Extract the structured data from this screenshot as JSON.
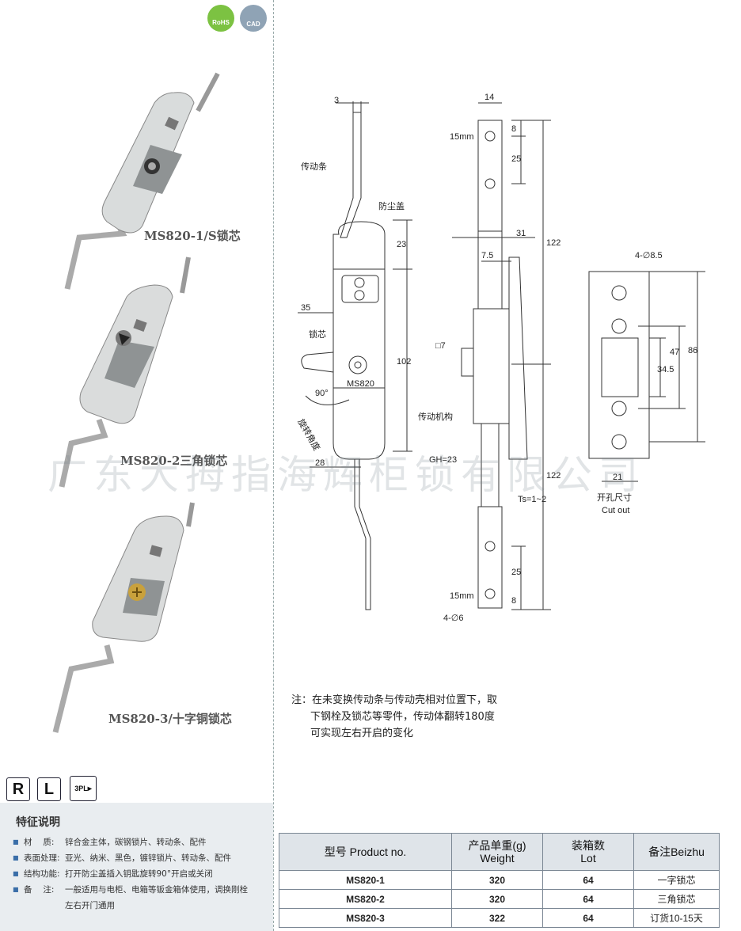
{
  "badges": {
    "rohs": "RoHS",
    "cad": "CAD"
  },
  "products": [
    {
      "label": "MS820-1/S锁芯"
    },
    {
      "label": "MS820-2三角锁芯"
    },
    {
      "label": "MS820-3/十字铜锁芯"
    }
  ],
  "marks": {
    "r": "R",
    "l": "L",
    "pl": "3PL"
  },
  "features": {
    "title": "特征说明",
    "rows": [
      {
        "key": "材　 质:",
        "value": "锌合金主体，碳钢锁片、转动条、配件"
      },
      {
        "key": "表面处理:",
        "value": "亚光、纳米、黑色，镀锌锁片、转动条、配件"
      },
      {
        "key": "结构功能:",
        "value": "打开防尘盖插入钥匙旋转90°开启或关闭"
      },
      {
        "key": "备　 注:",
        "value": "一般适用与电柜、电箱等钣金箱体使用，调换刚栓"
      },
      {
        "key": "",
        "value": "左右开门通用"
      }
    ]
  },
  "drawing": {
    "labels": {
      "rod": "传动条",
      "dust_cover": "防尘盖",
      "lock_core": "锁芯",
      "rotation": "旋转角度",
      "mechanism": "传动机构",
      "body_mark": "MS820",
      "angle": "90°",
      "cutout_cn": "开孔尺寸",
      "cutout_en": "Cut out",
      "holes_cut": "4-∅8.5",
      "holes_rod": "4-∅6",
      "travel": "15mm",
      "gh": "GH=23",
      "ts": "Ts=1~2"
    },
    "dims": {
      "d3": "3",
      "d14": "14",
      "d8": "8",
      "d25": "25",
      "d23": "23",
      "d31": "31",
      "d7_5": "7.5",
      "d122": "122",
      "d35": "35",
      "d102": "102",
      "d7": "□7",
      "d28": "28",
      "d34_5": "34.5",
      "d47": "47",
      "d86": "86",
      "d21": "21"
    }
  },
  "note": {
    "lines": [
      "注：在未变换传动条与传动壳相对位置下，取",
      "下钢栓及锁芯等零件，传动体翻转180度",
      "可实现左右开启的变化"
    ]
  },
  "table": {
    "headers": [
      {
        "cn": "型号 Product no.",
        "en": ""
      },
      {
        "cn": "产品单重(g)",
        "en": "Weight"
      },
      {
        "cn": "装箱数",
        "en": "Lot"
      },
      {
        "cn": "备注Beizhu",
        "en": ""
      }
    ],
    "rows": [
      [
        "MS820-1",
        "320",
        "64",
        "一字锁芯"
      ],
      [
        "MS820-2",
        "320",
        "64",
        "三角锁芯"
      ],
      [
        "MS820-3",
        "322",
        "64",
        "订货10-15天"
      ]
    ]
  },
  "watermark": "广东大拇指海辉柜锁有限公司",
  "colors": {
    "green_badge": "#7cc242",
    "gray_badge": "#8fa3b5",
    "table_header": "#dfe4e9",
    "feature_bg": "#e9edf0",
    "brass": "#c9a13c"
  }
}
